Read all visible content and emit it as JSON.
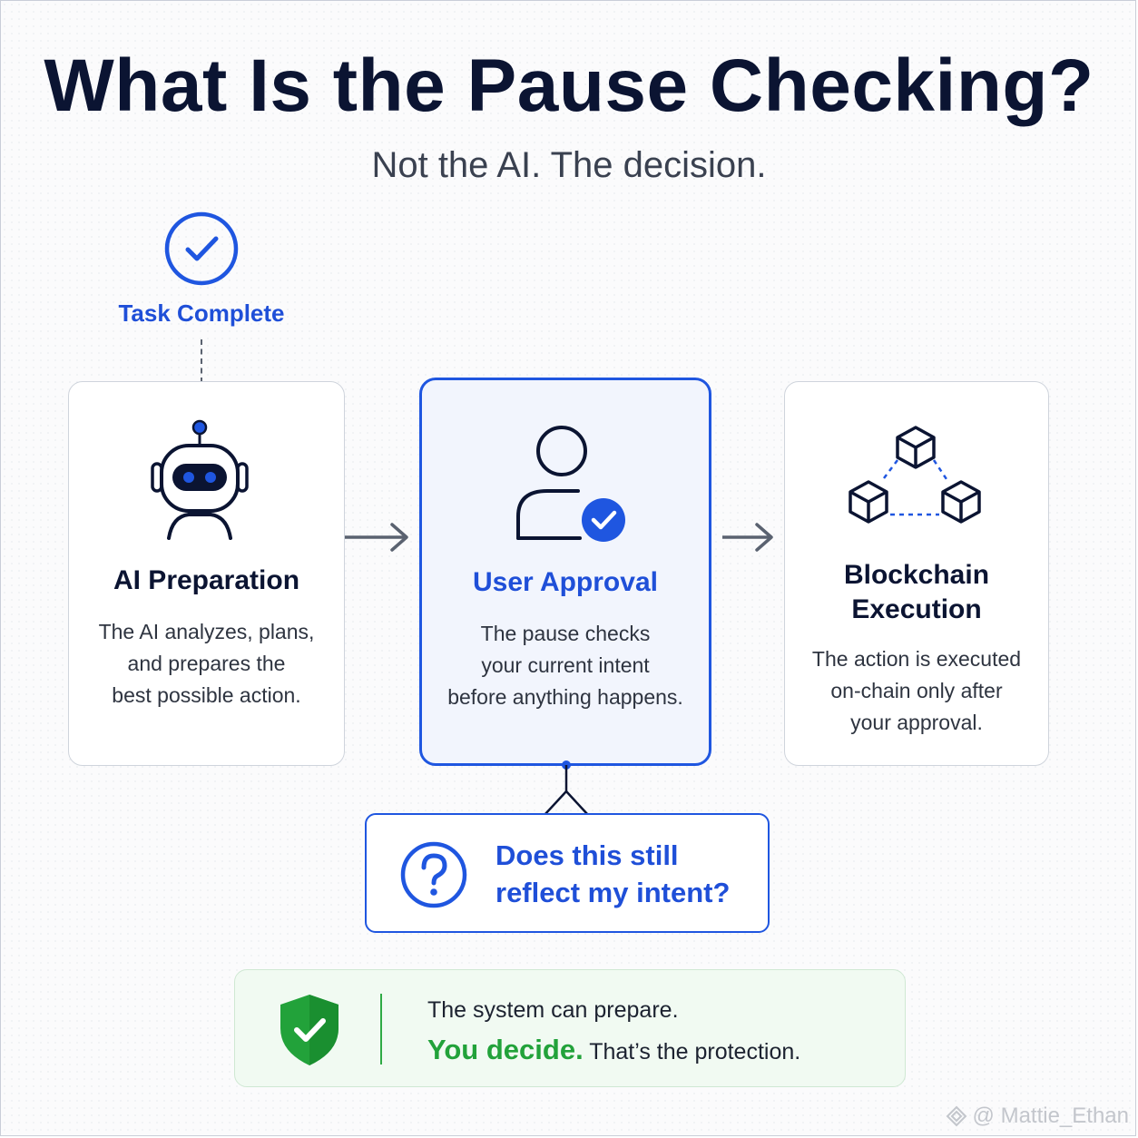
{
  "header": {
    "title": "What Is the Pause Checking?",
    "subtitle": "Not the AI. The decision."
  },
  "task": {
    "label": "Task Complete",
    "icon": "check-circle-icon"
  },
  "steps": [
    {
      "icon": "robot-icon",
      "title": "AI Preparation",
      "description_lines": [
        "The AI analyzes, plans,",
        "and prepares the",
        "best possible action."
      ]
    },
    {
      "icon": "user-check-icon",
      "title": "User Approval",
      "description_lines": [
        "The pause checks",
        "your current intent",
        "before anything happens."
      ]
    },
    {
      "icon": "blockchain-cubes-icon",
      "title_lines": [
        "Blockchain",
        "Execution"
      ],
      "description_lines": [
        "The action is executed",
        "on-chain only after",
        "your approval."
      ]
    }
  ],
  "question": {
    "icon": "question-circle-icon",
    "lines": [
      "Does this still",
      "reflect my intent?"
    ]
  },
  "footer": {
    "icon": "shield-check-icon",
    "line1": "The system can prepare.",
    "highlight": "You decide.",
    "line2_rest": "That’s the protection."
  },
  "watermark": "@ Mattie_Ethan",
  "colors": {
    "accent_blue": "#1f56e0",
    "dark_navy": "#0b1432",
    "success_green": "#22a23a"
  }
}
